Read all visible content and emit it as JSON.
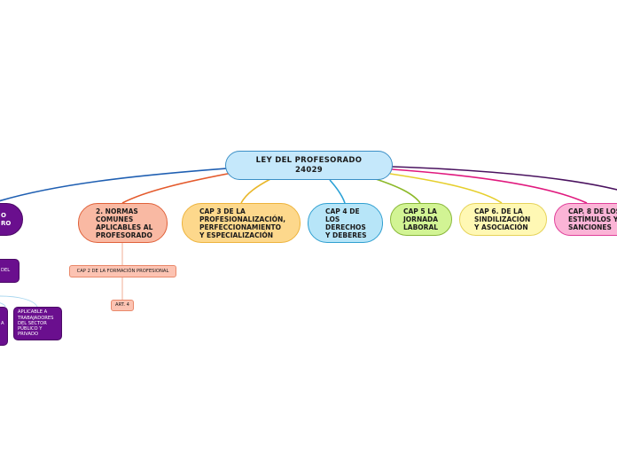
{
  "root": {
    "label": "LEY DEL PROFESORADO\n24029",
    "fill": "#c5e8fb",
    "stroke": "#3b8fc6"
  },
  "branches": [
    {
      "id": "offscreen-left",
      "label": "O\nRO",
      "fill": "#6a0f8e",
      "stroke": "#4b0a66",
      "line": "#1f5fb2"
    },
    {
      "id": "cap2",
      "label": "2. NORMAS\nCOMUNES\nAPLICABLES AL\nPROFESORADO",
      "fill": "#f9b9a3",
      "stroke": "#e0613a",
      "line": "#e45a2c"
    },
    {
      "id": "cap3",
      "label": "CAP 3 DE LA\nPROFESIONALIZACIÓN,\nPERFECCIONAMIENTO\nY ESPECIALIZACIÓN",
      "fill": "#fdd88c",
      "stroke": "#edb33c",
      "line": "#e9b729"
    },
    {
      "id": "cap4",
      "label": "CAP 4 DE\nLOS\nDERECHOS\nY DEBERES",
      "fill": "#b7e5f8",
      "stroke": "#2f9fd0",
      "line": "#2aa1d6"
    },
    {
      "id": "cap5",
      "label": "CAP 5 LA\nJORNADA\nLABORAL",
      "fill": "#d2f494",
      "stroke": "#8ab83b",
      "line": "#8cb928"
    },
    {
      "id": "cap6",
      "label": "CAP 6. DE LA\nSINDILIZACIÓN\nY ASOCIACIÓN",
      "fill": "#fff8b4",
      "stroke": "#e6d35a",
      "line": "#e6cf2d"
    },
    {
      "id": "cap8",
      "label": "CAP. 8 DE LOS\nESTÍMULOS Y\nSANCIONES",
      "fill": "#fbb4d6",
      "stroke": "#e0409a",
      "line": "#e0197e"
    },
    {
      "id": "offscreen-right",
      "label": "",
      "fill": "#6a0f8e",
      "stroke": "#4b0a66",
      "line": "#4a125f"
    }
  ],
  "subnodes": [
    {
      "id": "cap2-formacion",
      "label": "CAP 2 DE LA FORMACIÓN PROFESIONAL",
      "fill": "#fcc3b2",
      "stroke": "#e9896b"
    },
    {
      "id": "art4",
      "label": "ART. 4",
      "fill": "#fcc3b2",
      "stroke": "#e9896b"
    },
    {
      "id": "left-del",
      "label": "DEL",
      "fill": "#6a0f8e",
      "stroke": "#4b0a66"
    },
    {
      "id": "left-a",
      "label": "A",
      "fill": "#6a0f8e",
      "stroke": "#4b0a66"
    },
    {
      "id": "aplicable",
      "label": "APLICABLE A\nTRABAJADORES\nDEL SECTOR\nPÚBLICO Y\nPRIVADO",
      "fill": "#6a0f8e",
      "stroke": "#4b0a66"
    }
  ],
  "connector_colors": {
    "sub": "#f0a58a",
    "left_sub": "#a9d7ef"
  }
}
